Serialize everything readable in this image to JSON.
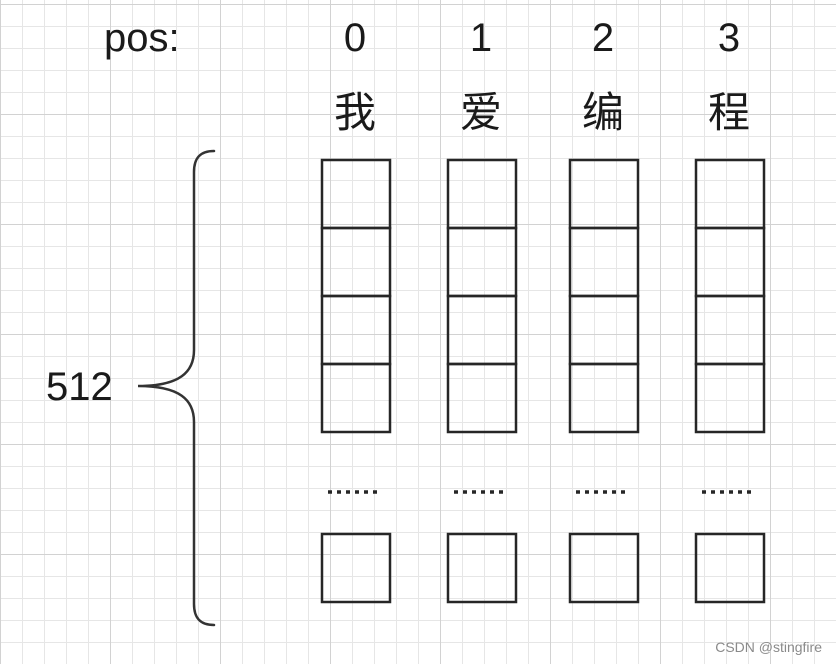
{
  "header": {
    "pos_label": "pos:"
  },
  "positions": [
    "0",
    "1",
    "2",
    "3"
  ],
  "tokens": [
    "我",
    "爱",
    "编",
    "程"
  ],
  "dimension_label": "512",
  "watermark": "CSDN @stingfire"
}
